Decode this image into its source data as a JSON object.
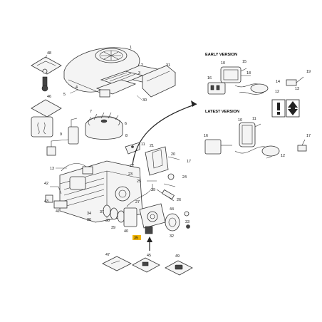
{
  "diagram": {
    "early_version": "EARLY VERSION",
    "latest_version": "LATEST VERSION",
    "callouts": {
      "c48": "48",
      "c1": "1",
      "c2": "2",
      "c3": "3",
      "c31": "31",
      "c5": "5",
      "c4": "4",
      "c30": "30",
      "c46": "46",
      "c7": "7",
      "c6": "6",
      "c8": "8",
      "c9": "9",
      "c10a": "10",
      "c15": "15",
      "c16a": "16",
      "c11a": "11",
      "c18": "18",
      "c19": "19",
      "c17a": "17",
      "c13": "13",
      "c12a": "12",
      "c14": "14",
      "c10b": "10",
      "c11b": "11",
      "c16b": "16",
      "c17b": "17",
      "c12b": "12",
      "c21": "21",
      "c20": "20",
      "c22": "22",
      "c23": "23",
      "c24": "24",
      "c25": "25",
      "c42": "42",
      "c43": "43",
      "c41": "41",
      "c28": "28",
      "c27": "27",
      "c26": "26",
      "c34": "34",
      "c37": "37",
      "c36": "36",
      "c38": "38",
      "c39": "39",
      "c40": "40",
      "c44": "44",
      "c33": "33",
      "c32": "32",
      "c35": "35",
      "c29": "29",
      "c45": "45",
      "c47": "47",
      "c49": "49"
    },
    "highlight_color": "#f0b400"
  }
}
